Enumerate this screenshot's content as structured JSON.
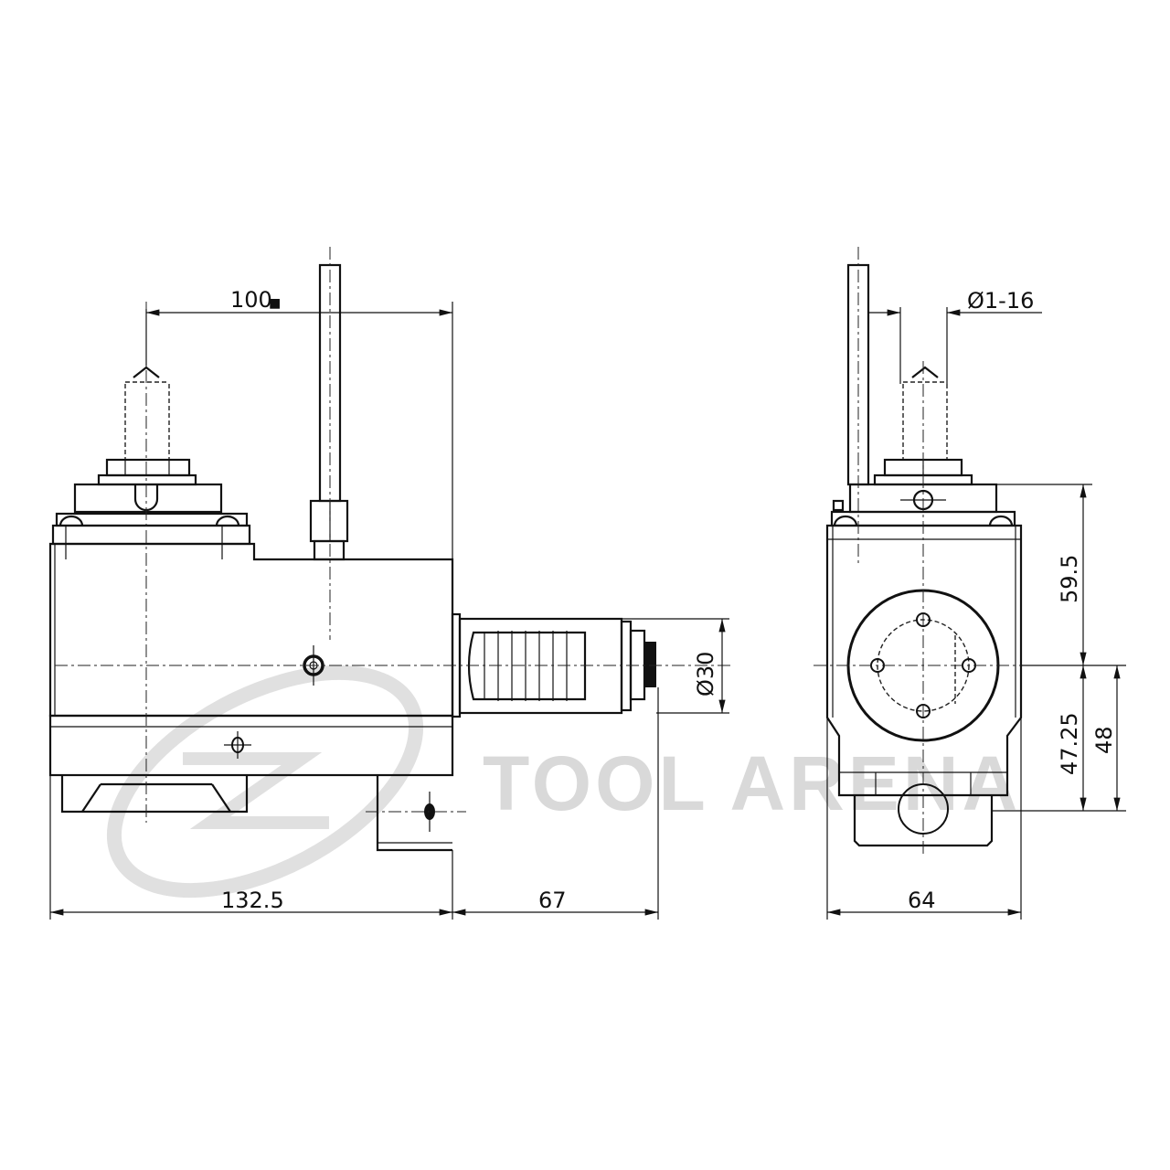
{
  "watermark": {
    "brand": "TOOL ARENA"
  },
  "dimensions": {
    "offset_top": "100",
    "offset_top_mark": "■",
    "shank_diameter": "Ø30",
    "body_length": "132.5",
    "shank_length": "67",
    "collet_range": "Ø1-16",
    "width": "64",
    "height_upper": "59.5",
    "height_lower": "47.25",
    "height_center": "48"
  },
  "colors": {
    "line": "#111111",
    "watermark": "#d9d9d9"
  }
}
